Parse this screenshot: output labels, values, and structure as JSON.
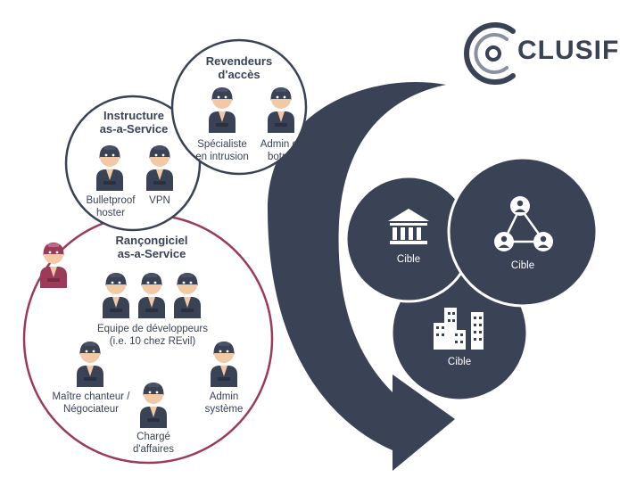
{
  "logo": {
    "text": "CLUSIF"
  },
  "groups": {
    "revendeurs": {
      "title_l1": "Revendeurs",
      "title_l2": "d'accès",
      "members": [
        {
          "l1": "Spécialiste",
          "l2": "en intrusion"
        },
        {
          "l1": "Admin de",
          "l2": "botnet"
        }
      ]
    },
    "instructure": {
      "title_l1": "Instructure",
      "title_l2": "as-a-Service",
      "members": [
        {
          "l1": "Bulletproof",
          "l2": "hoster"
        },
        {
          "l1": "VPN",
          "l2": ""
        }
      ]
    },
    "rancongiciel": {
      "title_l1": "Rançongiciel",
      "title_l2": "as-a-Service",
      "dev_team_l1": "Equipe de développeurs",
      "dev_team_l2": "(i.e. 10 chez REvil)",
      "members": [
        {
          "l1": "Maître chanteur /",
          "l2": "Négociateur"
        },
        {
          "l1": "Admin",
          "l2": "système"
        },
        {
          "l1": "Chargé",
          "l2": "d'affaires"
        }
      ]
    }
  },
  "targets": [
    "Cible",
    "Cible",
    "Cible"
  ],
  "colors": {
    "navy": "#3a4256",
    "crimson": "#9b3a59",
    "light_crimson": "#d99aae",
    "skin": "#f3c8a4",
    "white": "#ffffff"
  }
}
